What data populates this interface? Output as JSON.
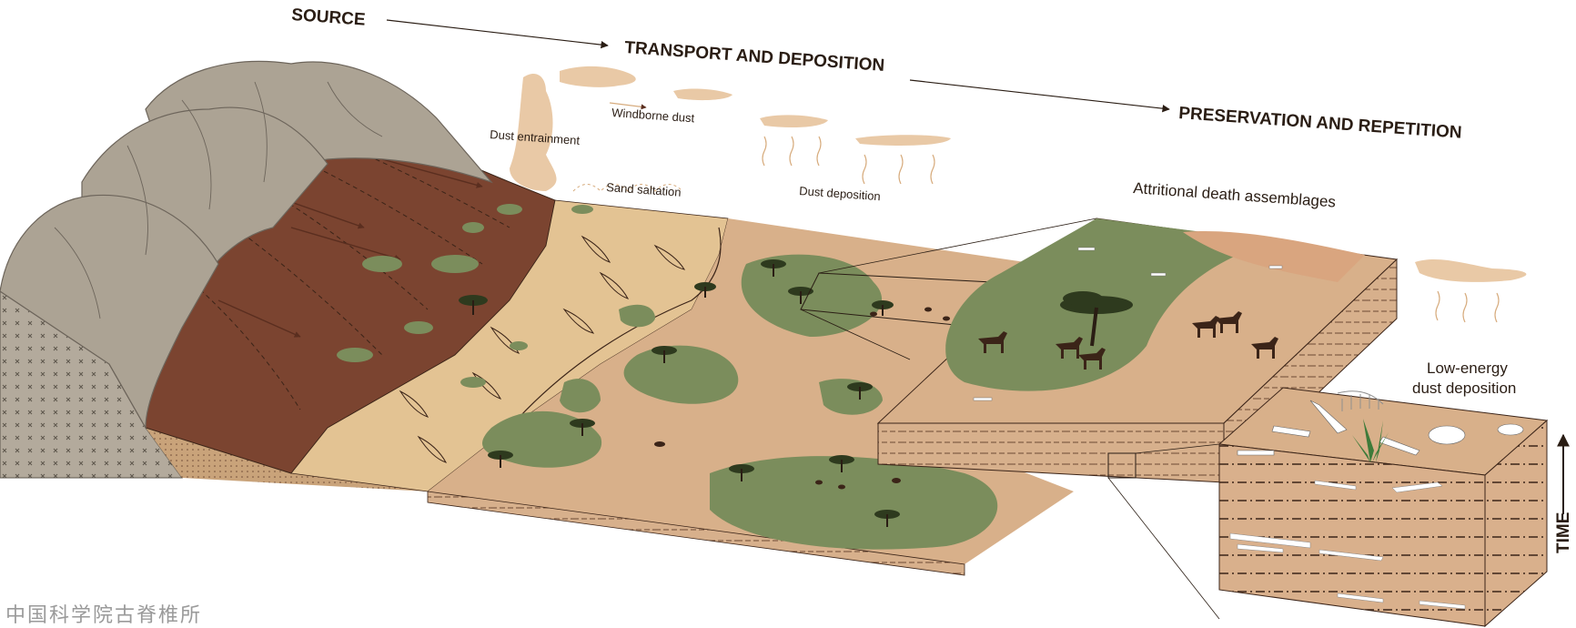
{
  "stages": {
    "source": "SOURCE",
    "transport": "TRANSPORT AND DEPOSITION",
    "preservation": "PRESERVATION AND REPETITION"
  },
  "labels": {
    "dust_entrainment": "Dust entrainment",
    "windborne_dust": "Windborne dust",
    "sand_saltation": "Sand saltation",
    "dust_deposition": "Dust deposition",
    "attritional": "Attritional death assemblages",
    "low_energy_1": "Low-energy",
    "low_energy_2": "dust deposition",
    "time": "TIME"
  },
  "watermark": "中国科学院古脊椎所",
  "colors": {
    "rock": "#aca394",
    "rock_dark": "#6d655b",
    "fan": "#7b4430",
    "sand": "#e3c393",
    "plain": "#d8b08a",
    "vegetation": "#7b8d5c",
    "block_side": "#d9b38f",
    "dust": "#e9c9a6",
    "ink": "#2a1d14"
  }
}
